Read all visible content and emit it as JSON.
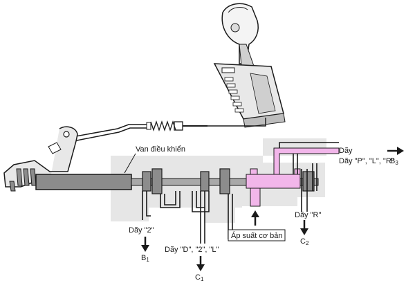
{
  "labels": {
    "control_valve": "Van điều khiển",
    "line_plr": "Dãy \"P\", \"L\", \"R\"",
    "b3": "B",
    "b3_sub": "3",
    "line_2": "Dãy \"2\"",
    "b1": "B",
    "b1_sub": "1",
    "line_r": "Dãy \"R\"",
    "c2": "C",
    "c2_sub": "2",
    "base_pressure": "Áp suất cơ bản",
    "line_d2l": "Dãy \"D\", \"2\", \"L\"",
    "c1": "C",
    "c1_sub": "1"
  },
  "colors": {
    "fluid_region": "#e6e6e6",
    "pressure_highlight": "#f2b6ea",
    "valve_body": "#8c8c8c",
    "line": "#1a1a1a"
  }
}
